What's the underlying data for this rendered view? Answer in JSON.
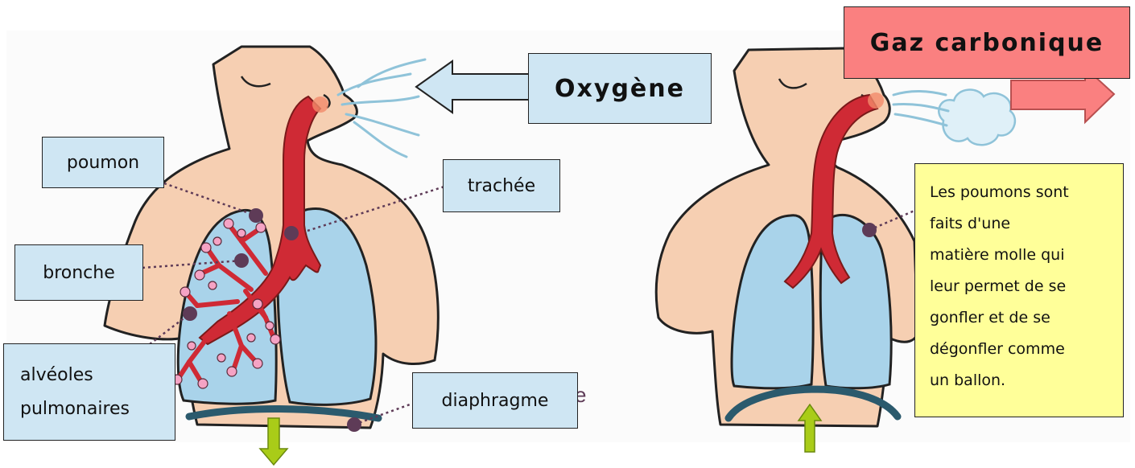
{
  "labels": {
    "oxygene": "Oxygène",
    "gaz_carbonique": "Gaz carbonique",
    "poumon": "poumon",
    "trachee": "trachée",
    "bronche": "bronche",
    "alveoles_line1": "alvéoles",
    "alveoles_line2": "pulmonaires",
    "diaphragme": "diaphragme",
    "stray_glyph": "e"
  },
  "note": {
    "lines": [
      "Les poumons sont",
      "faits d'une",
      "matière molle qui",
      "leur permet de se",
      "gonfler et de se",
      "dégonfler comme",
      "un ballon."
    ]
  },
  "colors": {
    "skin": "#f6cfb2",
    "lung": "#a9d3ea",
    "trachea": "#cf2a35",
    "alveole": "#f5a3c4",
    "label_bg": "#cfe6f3",
    "co2_bg": "#fa8080",
    "note_bg": "#ffff99",
    "green_arrow": "#a9cc18",
    "dot": "#5e3b57"
  }
}
